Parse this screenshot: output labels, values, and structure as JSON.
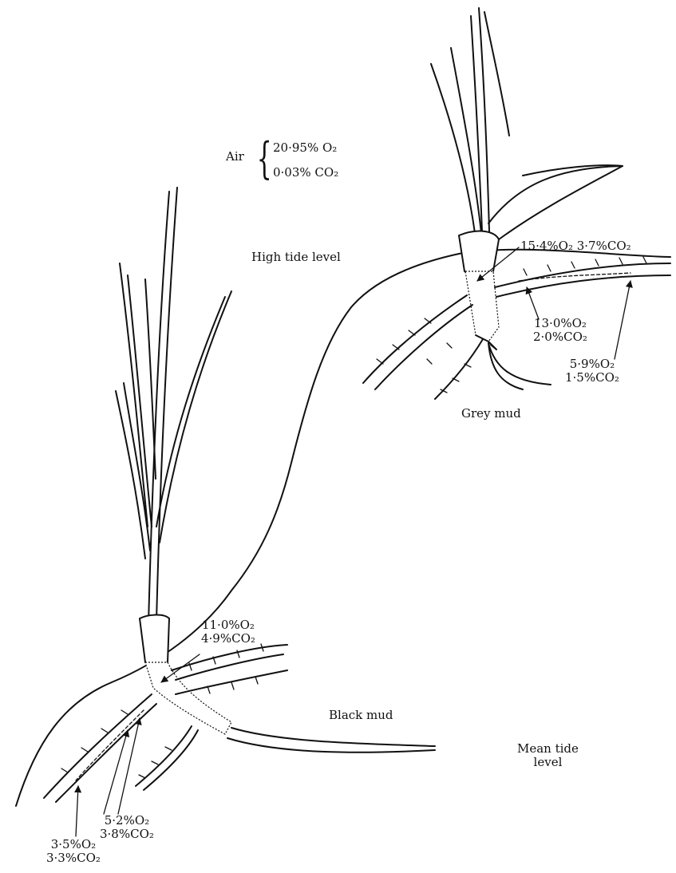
{
  "air": {
    "label": "Air",
    "o2": "20·95% O₂",
    "co2": "0·03% CO₂"
  },
  "zones": {
    "high_tide": "High tide level",
    "grey_mud": "Grey mud",
    "black_mud": "Black mud",
    "mean_tide_line1": "Mean tide",
    "mean_tide_line2": "level"
  },
  "upper_plant": {
    "stem_base": "15·4%O₂ 3·7%CO₂",
    "root_mid_o2": "13·0%O₂",
    "root_mid_co2": "2·0%CO₂",
    "root_tip_o2": "5·9%O₂",
    "root_tip_co2": "1·5%CO₂"
  },
  "lower_plant": {
    "stem_base_o2": "11·0%O₂",
    "stem_base_co2": "4·9%CO₂",
    "root_mid_o2": "5·2%O₂",
    "root_mid_co2": "3·8%CO₂",
    "root_tip_o2": "3·5%O₂",
    "root_tip_co2": "3·3%CO₂"
  }
}
